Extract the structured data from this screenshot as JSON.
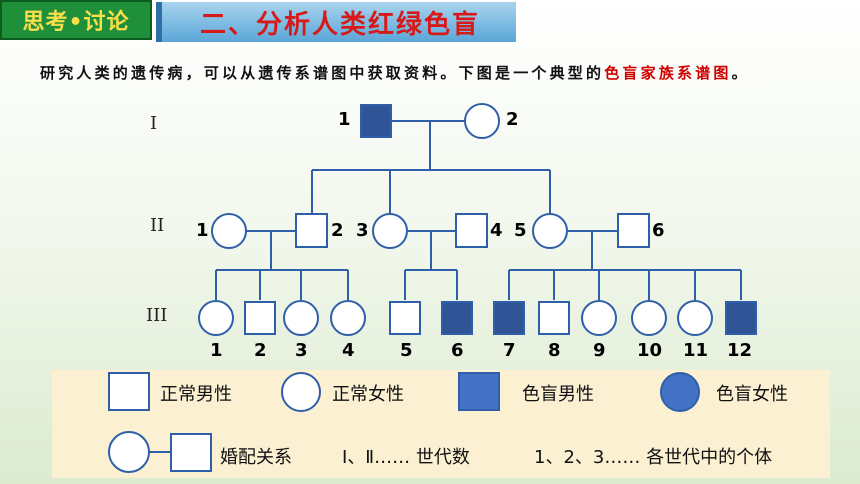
{
  "header": {
    "tag_label": "思考•讨论",
    "title": "二、分析人类红绿色盲"
  },
  "intro": {
    "text_before": "研究人类的遗传病，可以从遗传系谱图中获取资料。下图是一个典型的",
    "highlight": "色盲家族系谱图",
    "text_after": "。"
  },
  "generations": [
    "I",
    "II",
    "III"
  ],
  "pedigree": {
    "gen1": [
      {
        "number": "1",
        "sex": "male",
        "affected": true
      },
      {
        "number": "2",
        "sex": "female",
        "affected": false
      }
    ],
    "gen2": [
      {
        "number": "1",
        "sex": "female",
        "affected": false
      },
      {
        "number": "2",
        "sex": "male",
        "affected": false
      },
      {
        "number": "3",
        "sex": "female",
        "affected": false
      },
      {
        "number": "4",
        "sex": "male",
        "affected": false
      },
      {
        "number": "5",
        "sex": "female",
        "affected": false
      },
      {
        "number": "6",
        "sex": "male",
        "affected": false
      }
    ],
    "gen3": [
      {
        "number": "1",
        "sex": "female",
        "affected": false
      },
      {
        "number": "2",
        "sex": "male",
        "affected": false
      },
      {
        "number": "3",
        "sex": "female",
        "affected": false
      },
      {
        "number": "4",
        "sex": "female",
        "affected": false
      },
      {
        "number": "5",
        "sex": "male",
        "affected": false
      },
      {
        "number": "6",
        "sex": "male",
        "affected": true
      },
      {
        "number": "7",
        "sex": "male",
        "affected": true
      },
      {
        "number": "8",
        "sex": "male",
        "affected": false
      },
      {
        "number": "9",
        "sex": "female",
        "affected": false
      },
      {
        "number": "10",
        "sex": "female",
        "affected": false
      },
      {
        "number": "11",
        "sex": "female",
        "affected": false
      },
      {
        "number": "12",
        "sex": "male",
        "affected": true
      }
    ]
  },
  "legend": {
    "normal_male": "正常男性",
    "normal_female": "正常女性",
    "affected_male": "色盲男性",
    "affected_female": "色盲女性",
    "marriage": "婚配关系",
    "generation_note": "Ⅰ、Ⅱ…… 世代数",
    "individual_note": "1、2、3…… 各世代中的个体"
  },
  "colors": {
    "line": "#2f5fa8",
    "affected_fill": "#2f5597",
    "legend_affected_fill": "#4472c4",
    "tag_bg": "#1f8f3a",
    "title_red": "#d61a1a"
  }
}
